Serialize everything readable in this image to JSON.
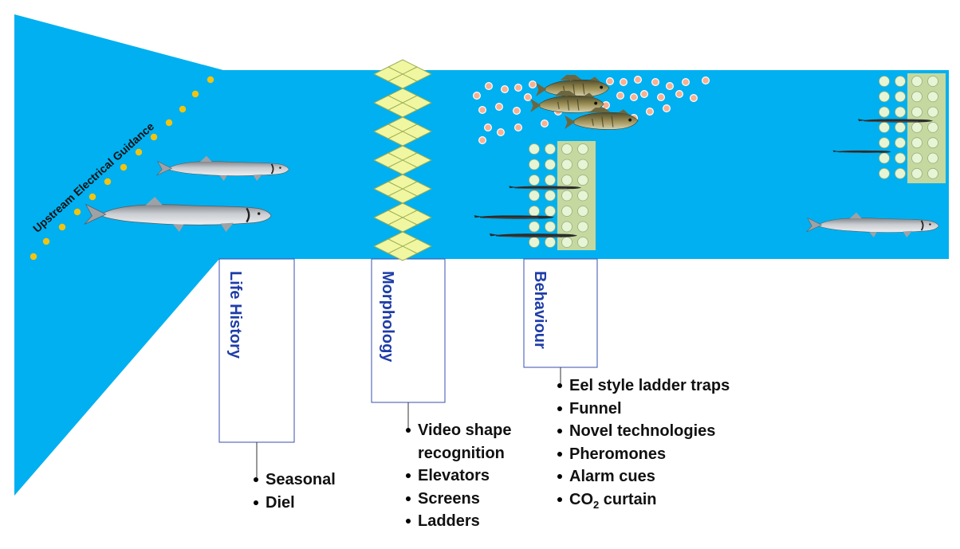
{
  "diagram": {
    "guidance_label": "Upstream Electrical Guidance",
    "factors": [
      {
        "id": "life-history",
        "label": "Life History",
        "items": [
          "Seasonal",
          "Diel"
        ]
      },
      {
        "id": "morphology",
        "label": "Morphology",
        "items": [
          "Video shape recognition",
          "Elevators",
          "Screens",
          "Ladders"
        ]
      },
      {
        "id": "behaviour",
        "label": "Behaviour",
        "items": [
          "Eel style ladder traps",
          "Funnel",
          "Novel technologies",
          "Pheromones",
          "Alarm cues",
          "CO2 curtain"
        ]
      }
    ]
  },
  "colors": {
    "water": "#00b0f0",
    "electrode_dot": "#f2c40f",
    "screen_fill": "#f0f7a0",
    "screen_stroke": "#99aa55",
    "trap_panel": "#c4d8a0",
    "trap_dot": "#e6f5d5",
    "pheromone_dot": "#f9b090",
    "label_text": "#1f3da8",
    "box_stroke": "#3a4fb0"
  },
  "icons": [
    "sturgeon-fish-icon",
    "lamprey-eel-icon",
    "walleye-fish-icon"
  ]
}
